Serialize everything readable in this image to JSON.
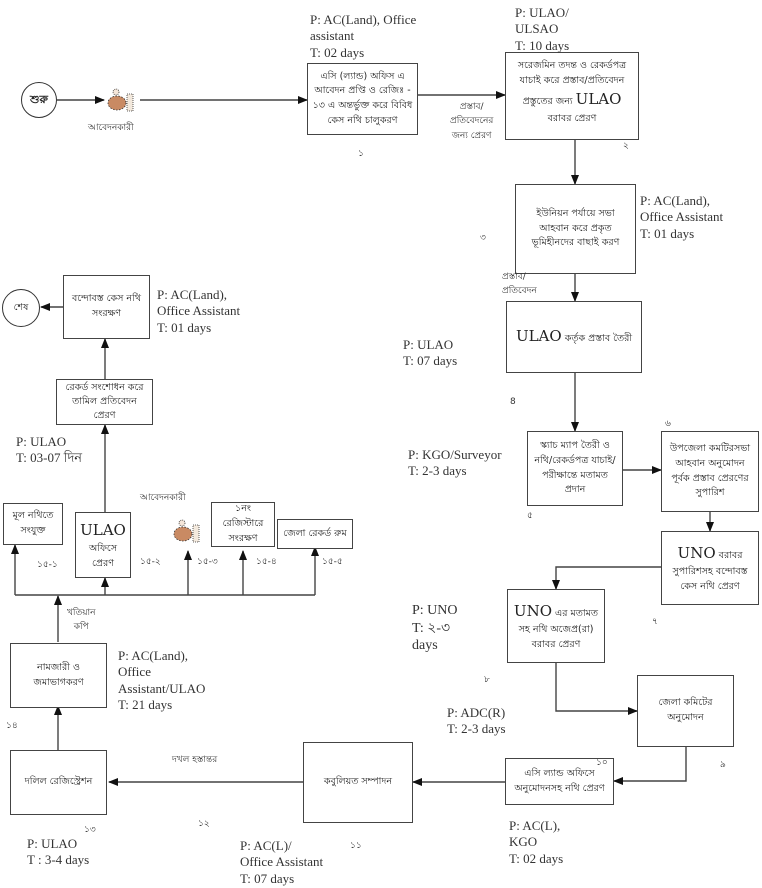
{
  "start": "শুরু",
  "end": "শেষ",
  "applicant_label": "আবেদনকারী",
  "steps": [
    {
      "id": "1",
      "num": "১",
      "text": "এসি (ল্যান্ড) অফিস এ আবেদন প্রপ্তি ও রেজিঃ - ১৩ এ অন্তর্ভুক্ত করে বিবিধ কেস নথি চালুকরণ",
      "p": "P: AC(Land), Office\nassistant\nT: 02 days"
    },
    {
      "id": "2",
      "num": "২",
      "text_pre": "সরেজমিন তদন্ত ও রেকর্ডপত্র যাচাই করে প্রস্তাব/প্রতিবেদন প্রস্তুতের জন্য",
      "text_en": "ULAO",
      "text_post": "বরাবর প্রেরণ",
      "p": "P: ULAO/\nULSAO\nT: 10 days"
    },
    {
      "id": "3",
      "num": "৩",
      "text": "ইউনিয়ন পর্যায়ে সভা আহবান করে প্রকৃত ভূমিহীনদের বাছাই করণ",
      "p": "P:  AC(Land),\n  Office Assistant\nT:  01 days"
    },
    {
      "id": "4",
      "num": "8",
      "text_en": "ULAO",
      "text_post": "কর্তৃক প্রস্তাব তৈরী",
      "p": "P: ULAO\nT: 07 days"
    },
    {
      "id": "5",
      "num": "৫",
      "text": "স্ক্যাচ ম্যাপ তৈরী ও নথি/রেকর্ডপত্র যাচাই/ পরীক্ষান্তে মতামত প্রদান",
      "p": "P: KGO/Surveyor\nT: 2-3 days"
    },
    {
      "id": "6",
      "num": "৬",
      "text": "উপজেলা কমটিরসভা আহবান অনুমোদন পূর্বক প্রস্তাব প্রেরণের সুপারিশ"
    },
    {
      "id": "7",
      "num": "৭",
      "text_en": "UNO",
      "text_post": "বরাবর সুপারিশসহ বন্দোবস্ত কেস নথি প্রেরণ"
    },
    {
      "id": "8",
      "num": "৮",
      "text_en": "UNO",
      "text_post": "এর মতামত সহ নথি অজেপ্র(রা) বরাবর প্রেরণ",
      "p": "P: UNO\nT: ২-৩\n   days"
    },
    {
      "id": "9",
      "num": "৯",
      "text": "জেলা কমিটের অনুমোদন",
      "p": "P: ADC(R)\nT: 2-3 days"
    },
    {
      "id": "10",
      "num": "১০",
      "text": "এসি ল্যান্ড অফিসে অনুমোদনসহ নথি প্রেরণ",
      "p": "P: AC(L),\n   KGO\nT: 02 days"
    },
    {
      "id": "11",
      "num": "১১",
      "text": "কবুলিয়ত সম্পাদন",
      "p": "P: AC(L)/\nOffice Assistant\nT: 07 days"
    },
    {
      "id": "12",
      "num": "১২"
    },
    {
      "id": "13",
      "num": "১৩",
      "text": "দলিল রেজিস্ট্রেশন",
      "p": "P: ULAO\nT : 3-4 days"
    },
    {
      "id": "14",
      "num": "১৪",
      "text": "নামজারী ও জমাভাগকরণ",
      "p": "P: AC(Land),\nOffice\nAssistant/ULAO\nT: 21 days"
    },
    {
      "id": "15-1",
      "num": "১৫-১",
      "text": "মূল নথিতে সংযুক্ত"
    },
    {
      "id": "15-2",
      "num": "১৫-২",
      "text_en": "ULAO",
      "text_post": "অফিসে প্রেরণ"
    },
    {
      "id": "15-3",
      "num": "১৫-৩"
    },
    {
      "id": "15-4",
      "num": "১৫-৪",
      "text": "১নং রেজিস্টারে সংরক্ষণ"
    },
    {
      "id": "15-5",
      "num": "১৫-৫",
      "text": "জেলা রেকর্ড রুম"
    },
    {
      "id": "16",
      "text": "রেকর্ড সংশোধন করে তামিল প্রতিবেদন প্রেরণ",
      "p": "P: ULAO\nT: 03-07 দিন"
    },
    {
      "id": "17",
      "text": "বন্দোবস্ত কেস নথি সংরক্ষণ",
      "p": "P:  AC(Land),\n  Office Assistant\nT:  01 days"
    }
  ],
  "edge_labels": {
    "e1_2": "প্রস্তাব/\nপ্রতিবেদনের\nজন্য প্রেরণ",
    "e3_4": "প্রস্তাব/\nপ্রতিবেদন",
    "e12_13": "দখল হস্তান্তর",
    "e14_15": "খতিয়ান\nকপি"
  }
}
